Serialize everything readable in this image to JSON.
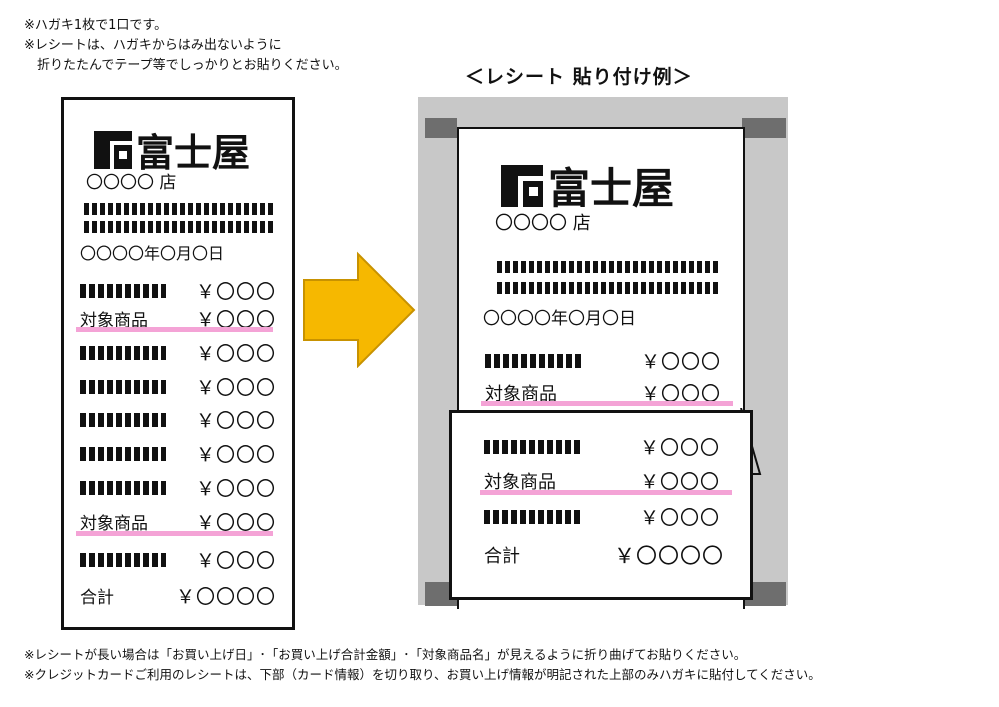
{
  "top_note_1": "※ハガキ1枚で1口です。",
  "top_note_2": "※レシートは、ハガキからはみ出ないように",
  "top_note_3": "　折りたたんでテープ等でしっかりとお貼りください。",
  "example_title": "＜レシート 貼り付け例＞",
  "store_name": "富士屋",
  "store_branch": "〇〇〇〇 店",
  "date": "〇〇〇〇年〇月〇日",
  "item_label": "対象商品",
  "price_small": "￥〇〇〇",
  "total_label": "合計",
  "total_price": "￥〇〇〇〇",
  "bottom_note_1": "※レシートが長い場合は「お買い上げ日」･「お買い上げ合計金額」･「対象商品名」が見えるように折り曲げてお貼りください。",
  "bottom_note_2": "※クレジットカードご利用のレシートは、下部（カード情報）を切り取り、お買い上げ情報が明記された上部のみハガキに貼付してください。",
  "colors": {
    "pink_highlight": "#f4a3d6",
    "arrow": "#f6b800",
    "arrow_border": "#c89200",
    "backing": "#c8c8c8",
    "corner": "#6e6e6e"
  }
}
